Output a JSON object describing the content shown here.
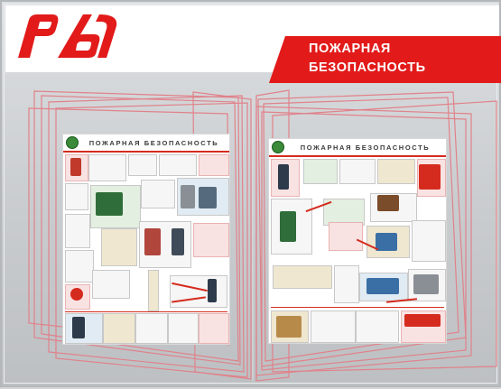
{
  "banner": {
    "title_line1": "ПОЖАРНАЯ",
    "title_line2": "БЕЗОПАСНОСТЬ",
    "brand_red": "#e21a1a"
  },
  "posters": [
    {
      "title": "ПОЖАРНАЯ БЕЗОПАСНОСТЬ"
    },
    {
      "title": "ПОЖАРНАЯ БЕЗОПАСНОСТЬ"
    }
  ],
  "colors": {
    "frame_red": "#e0828a",
    "board_grey": "#cdd0d3",
    "accent_red": "#d52b1e"
  },
  "icons": {
    "logo": "rzd-logo",
    "emblem": "poster-emblem-icon"
  }
}
